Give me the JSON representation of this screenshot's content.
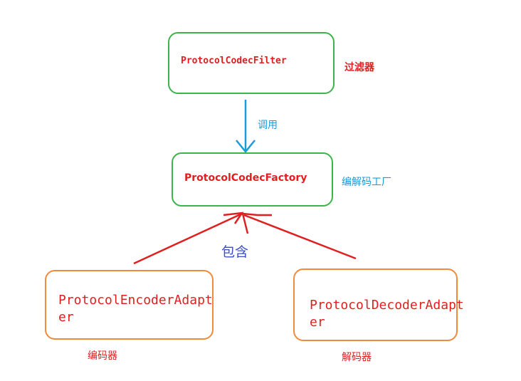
{
  "nodes": {
    "filter": {
      "label": "ProtocolCodecFilter",
      "annotation": "过滤器"
    },
    "factory": {
      "label": "ProtocolCodecFactory",
      "annotation": "编解码工厂"
    },
    "encoder": {
      "label_line1": "ProtocolEncoderAdapt",
      "label_line2": "er",
      "annotation": "编码器"
    },
    "decoder": {
      "label_line1": "ProtocolDecoderAdapt",
      "label_line2": "er",
      "annotation": "解码器"
    }
  },
  "edges": {
    "call": {
      "label": "调用"
    },
    "contains": {
      "label": "包含"
    }
  },
  "colors": {
    "green_border": "#3cb44b",
    "orange_border": "#f08a3c",
    "red_text": "#e02020",
    "blue_arrow": "#1e9bd7",
    "red_arrow": "#e02020",
    "contain_label": "#3b4fc4"
  }
}
